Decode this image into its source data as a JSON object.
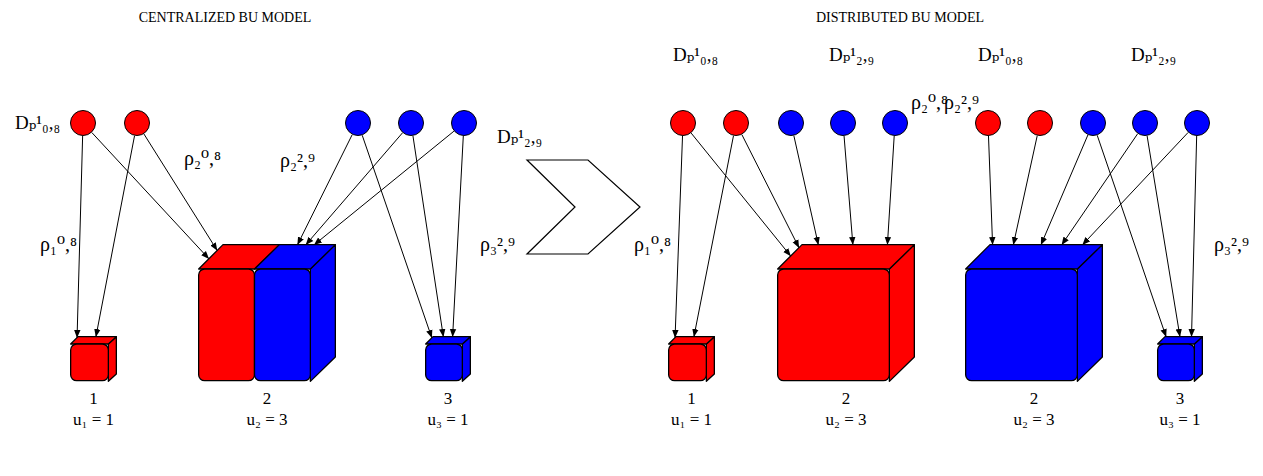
{
  "diagram": {
    "nodes": [
      {
        "text": [
          "Dₚ¹₀,₈"
        ]
      },
      {
        "text": []
      },
      {
        "text": []
      },
      {
        "text": []
      },
      {
        "text": [
          "Dₚ¹₂,₉"
        ]
      },
      {
        "text": [
          "1",
          "u₁ = 1"
        ]
      },
      {
        "text": [
          "2",
          "u₂ = 3"
        ]
      },
      {
        "text": [
          "3",
          "u₃ = 1"
        ]
      },
      {
        "text": [
          "Dₚ¹₀,₈"
        ]
      },
      {
        "text": []
      },
      {
        "text": []
      },
      {
        "text": [
          "Dₚ¹₂,₉"
        ]
      },
      {
        "text": []
      },
      {
        "text": [
          "Dₚ¹₀,₈"
        ]
      },
      {
        "text": []
      },
      {
        "text": []
      },
      {
        "text": [
          "Dₚ¹₂,₉"
        ]
      },
      {
        "text": []
      },
      {
        "text": [
          "1",
          "u₁ = 1"
        ]
      },
      {
        "text": [
          "2",
          "u₂ = 3"
        ]
      },
      {
        "text": [
          "2",
          "u₂ = 3"
        ]
      },
      {
        "text": [
          "3",
          "u₃ = 1"
        ]
      }
    ],
    "edges": [
      {
        "from": 0,
        "to": 5,
        "arrow": "to"
      },
      {
        "from": 0,
        "to": 6,
        "arrow": "to"
      },
      {
        "from": 1,
        "to": 5,
        "arrow": "to"
      },
      {
        "from": 1,
        "to": 6,
        "arrow": "to"
      },
      {
        "from": 2,
        "to": 6,
        "arrow": "to"
      },
      {
        "from": 2,
        "to": 7,
        "arrow": "to"
      },
      {
        "from": 3,
        "to": 6,
        "arrow": "to"
      },
      {
        "from": 3,
        "to": 7,
        "arrow": "to"
      },
      {
        "from": 4,
        "to": 6,
        "arrow": "to"
      },
      {
        "from": 4,
        "to": 7,
        "arrow": "to"
      },
      {
        "from": 8,
        "to": 18,
        "arrow": "to"
      },
      {
        "from": 8,
        "to": 19,
        "arrow": "to"
      },
      {
        "from": 9,
        "to": 18,
        "arrow": "to"
      },
      {
        "from": 9,
        "to": 19,
        "arrow": "to"
      },
      {
        "from": 10,
        "to": 19,
        "arrow": "to"
      },
      {
        "from": 11,
        "to": 19,
        "arrow": "to"
      },
      {
        "from": 12,
        "to": 19,
        "arrow": "to"
      },
      {
        "from": 13,
        "to": 20,
        "arrow": "to"
      },
      {
        "from": 14,
        "to": 20,
        "arrow": "to"
      },
      {
        "from": 15,
        "to": 20,
        "arrow": "to"
      },
      {
        "from": 15,
        "to": 21,
        "arrow": "to"
      },
      {
        "from": 16,
        "to": 20,
        "arrow": "to"
      },
      {
        "from": 16,
        "to": 21,
        "arrow": "to"
      },
      {
        "from": 17,
        "to": 20,
        "arrow": "to"
      },
      {
        "from": 17,
        "to": 21,
        "arrow": "to"
      }
    ],
    "labels": [
      "CENTRALIZED BU MODEL",
      "DISTRIBUTED BU MODEL",
      "ρ₁⁰,⁸",
      "ρ₂⁰,⁸",
      "ρ₂²,⁹",
      "ρ₃²,⁹",
      "ρ₁⁰,⁸",
      "ρ₂⁰,⁸",
      "ρ₂²,⁹",
      "ρ₃²,⁹"
    ]
  }
}
